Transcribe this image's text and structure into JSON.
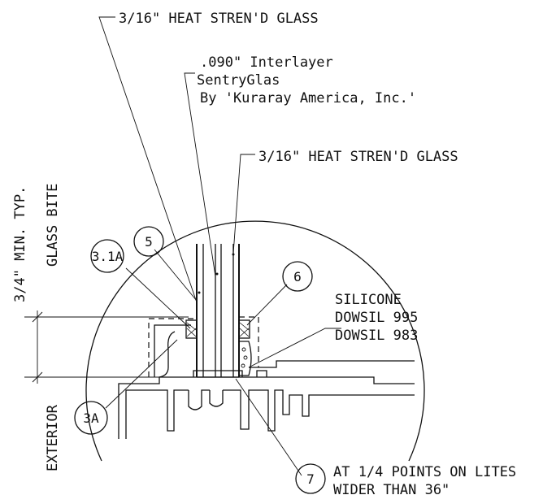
{
  "labels": {
    "outer_glass": "3/16\" HEAT STREN'D GLASS",
    "interlayer_line1": ".090\" Interlayer",
    "interlayer_line2": "SentryGlas",
    "interlayer_line3": "By 'Kuraray America, Inc.'",
    "inner_glass": "3/16\" HEAT STREN'D GLASS",
    "min_typ": "3/4\" MIN. TYP.",
    "glass_bite": "GLASS BITE",
    "silicone_line1": "SILICONE",
    "silicone_line2": "DOWSIL 995",
    "silicone_line3": "DOWSIL 983",
    "exterior": "EXTERIOR",
    "note_line1": "AT 1/4 POINTS ON LITES",
    "note_line2": "WIDER THAN 36\""
  },
  "bubbles": {
    "b31a": "3.1A",
    "b5": "5",
    "b6": "6",
    "b3a": "3A",
    "b7": "7"
  }
}
